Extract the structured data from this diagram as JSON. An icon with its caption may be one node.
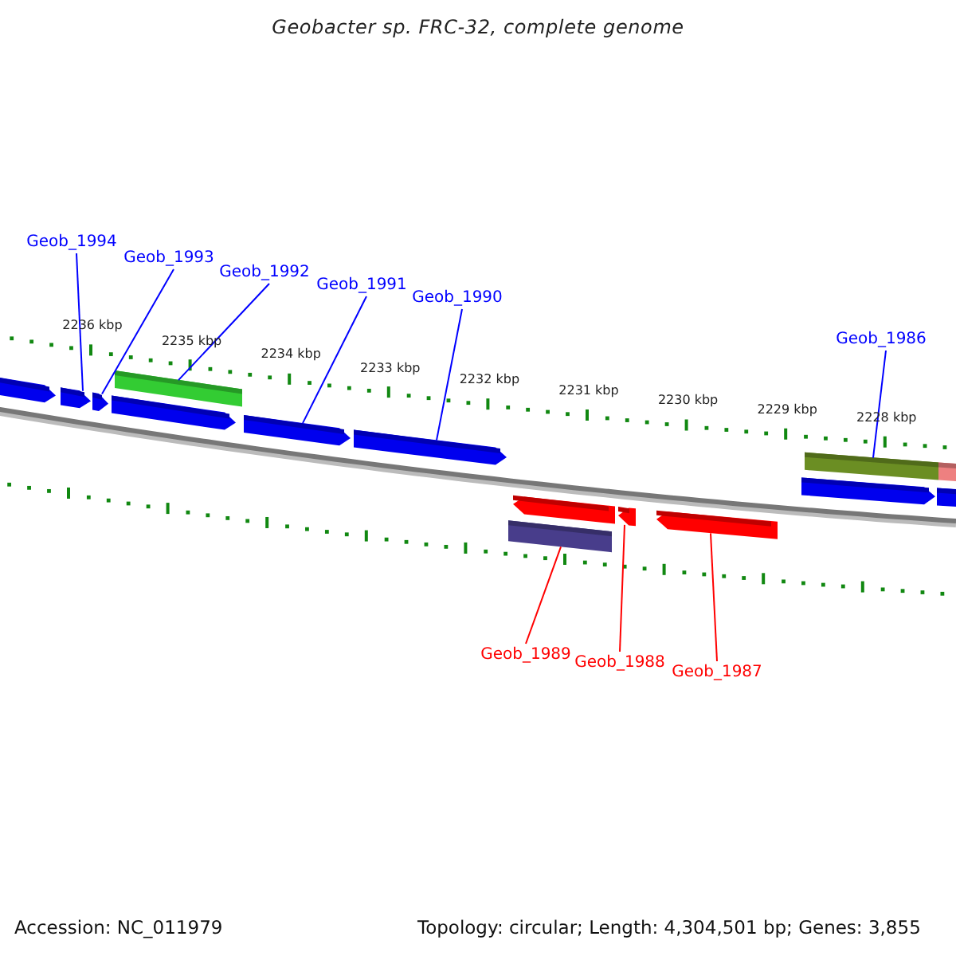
{
  "diagram": {
    "title": "Geobacter sp. FRC-32, complete genome",
    "nodes": [
      {
        "text": [
          "Geob_1994"
        ]
      },
      {
        "text": [
          "Geob_1993"
        ]
      },
      {
        "text": [
          "Geob_1992"
        ]
      },
      {
        "text": [
          "Geob_1991"
        ]
      },
      {
        "text": [
          "Geob_1990"
        ]
      },
      {
        "text": [
          "Geob_1986"
        ]
      },
      {
        "text": [
          "Geob_1989"
        ]
      },
      {
        "text": [
          "Geob_1988"
        ]
      },
      {
        "text": [
          "Geob_1987"
        ]
      },
      {
        "text": [],
        "shape": "arrow"
      },
      {
        "text": [],
        "shape": "arrow"
      },
      {
        "text": [],
        "shape": "arrow"
      },
      {
        "text": [],
        "shape": "arrow"
      },
      {
        "text": [],
        "shape": "bar"
      },
      {
        "text": [],
        "shape": "arrow"
      },
      {
        "text": [],
        "shape": "arrow"
      },
      {
        "text": [],
        "shape": "bar"
      },
      {
        "text": [],
        "shape": "arrow"
      },
      {
        "text": [],
        "shape": "arrow"
      },
      {
        "text": [],
        "shape": "arrow"
      },
      {
        "text": [],
        "shape": "arrow"
      },
      {
        "text": [],
        "shape": "bar"
      },
      {
        "text": [],
        "shape": "arrow"
      },
      {
        "text": [],
        "shape": "bar"
      }
    ],
    "edges": [
      {
        "from": 0,
        "to": 10,
        "arrow": "none"
      },
      {
        "from": 1,
        "to": 11,
        "arrow": "none"
      },
      {
        "from": 2,
        "to": 13,
        "arrow": "none"
      },
      {
        "from": 3,
        "to": 14,
        "arrow": "none"
      },
      {
        "from": 4,
        "to": 15,
        "arrow": "none"
      },
      {
        "from": 5,
        "to": 21,
        "arrow": "none"
      },
      {
        "from": 6,
        "to": 16,
        "arrow": "none",
        "color": "#ff0000"
      },
      {
        "from": 7,
        "to": 18,
        "arrow": "none",
        "color": "#ff0000"
      },
      {
        "from": 8,
        "to": 19,
        "arrow": "none",
        "color": "#ff0000"
      }
    ],
    "labels": [
      "2236 kbp",
      "2235 kbp",
      "2234 kbp",
      "2233 kbp",
      "2232 kbp",
      "2231 kbp",
      "2230 kbp",
      "2229 kbp",
      "2228 kbp",
      "Accession: NC_011979",
      "Topology: circular; Length: 4,304,501 bp; Genes: 3,855"
    ]
  }
}
